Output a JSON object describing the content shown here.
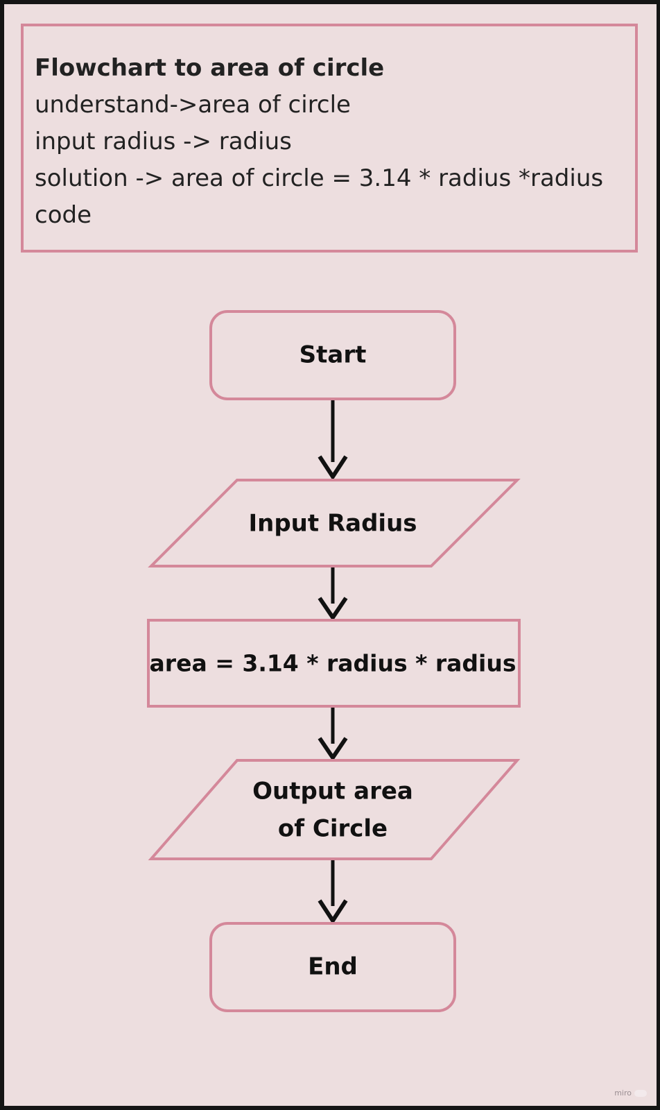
{
  "note": {
    "title": "Flowchart to area of circle",
    "lines": [
      "understand->area of circle",
      "input radius -> radius",
      "solution -> area of circle = 3.14 * radius *radius",
      "code"
    ]
  },
  "flow": {
    "start": "Start",
    "input": "Input Radius",
    "process": "area = 3.14 * radius * radius",
    "output_line1": "Output area",
    "output_line2": "of Circle",
    "end": "End"
  },
  "colors": {
    "background": "#eddedf",
    "border": "#d4889a",
    "arrow": "#111111"
  },
  "watermark": "miro"
}
